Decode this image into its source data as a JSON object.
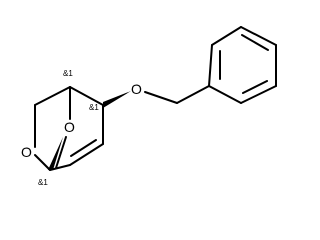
{
  "molecule": {
    "atoms": {
      "ring_oxygen_left": "O",
      "bridge_oxygen": "O",
      "ether_oxygen": "O"
    },
    "stereo_labels": {
      "top_center": "&1",
      "left_bottom": "&1",
      "right_center": "&1"
    },
    "colors": {
      "line": "#000000",
      "background": "#ffffff"
    }
  }
}
